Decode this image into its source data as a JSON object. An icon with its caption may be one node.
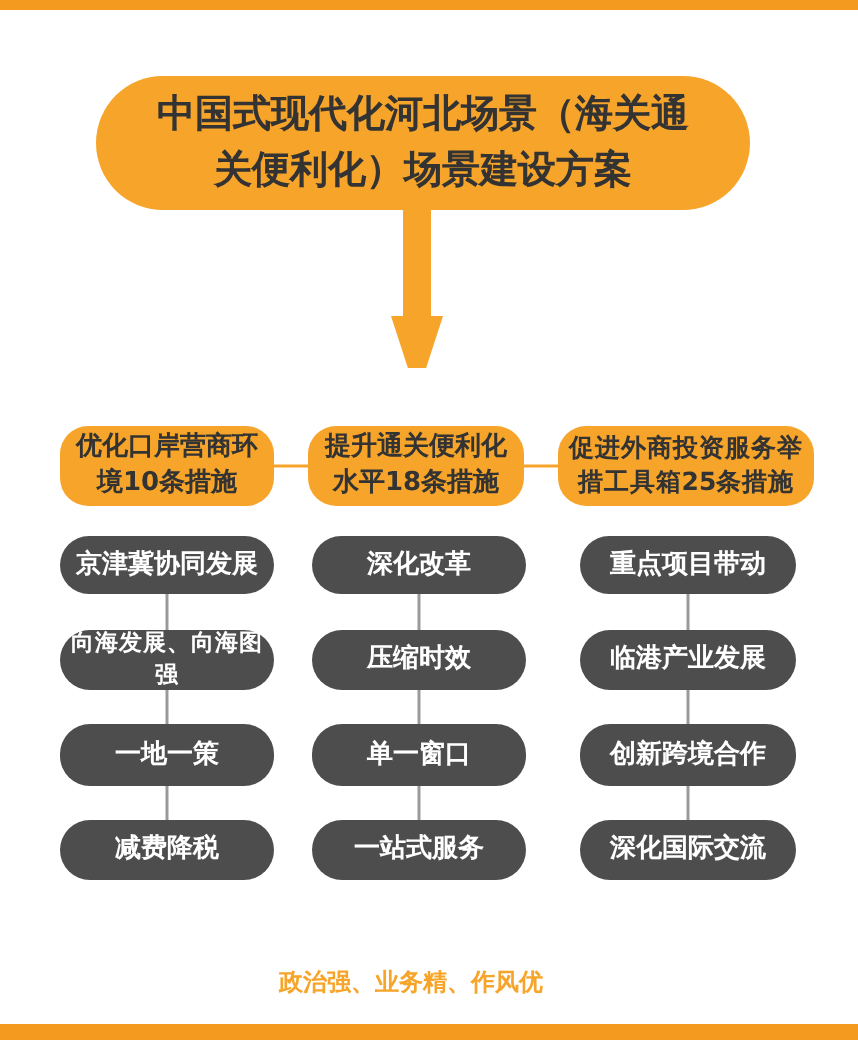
{
  "diagram": {
    "nodes": [
      {
        "text": [
          "中国式现代化河北场景（海关通关便利化）场景建设方案"
        ]
      },
      {
        "text": [
          "优化口岸营商环境10条措施"
        ]
      },
      {
        "text": [
          "提升通关便利化水平18条措施"
        ]
      },
      {
        "text": [
          "促进外商投资服务举措工具箱25条措施"
        ]
      },
      {
        "text": [
          "京津冀协同发展"
        ]
      },
      {
        "text": [
          "深化改革"
        ]
      },
      {
        "text": [
          "重点项目带动"
        ]
      },
      {
        "text": [
          "向海发展、向海图强"
        ]
      },
      {
        "text": [
          "压缩时效"
        ]
      },
      {
        "text": [
          "临港产业发展"
        ]
      },
      {
        "text": [
          "一地一策"
        ]
      },
      {
        "text": [
          "单一窗口"
        ]
      },
      {
        "text": [
          "创新跨境合作"
        ]
      },
      {
        "text": [
          "减费降税"
        ]
      },
      {
        "text": [
          "一站式服务"
        ]
      },
      {
        "text": [
          "深化国际交流"
        ]
      }
    ],
    "edges": [
      {
        "from": 0,
        "to": null,
        "arrow": "to",
        "style": "thick",
        "color": "#f7a52a"
      },
      {
        "from": 1,
        "to": 2,
        "arrow": "none",
        "color": "#f7a52a"
      },
      {
        "from": 2,
        "to": 3,
        "arrow": "none",
        "color": "#f7a52a"
      },
      {
        "from": 4,
        "to": 7,
        "arrow": "none"
      },
      {
        "from": 7,
        "to": 10,
        "arrow": "none"
      },
      {
        "from": 10,
        "to": 13,
        "arrow": "none"
      },
      {
        "from": 5,
        "to": 8,
        "arrow": "none"
      },
      {
        "from": 8,
        "to": 11,
        "arrow": "none"
      },
      {
        "from": 11,
        "to": 14,
        "arrow": "none"
      },
      {
        "from": 6,
        "to": 9,
        "arrow": "none"
      },
      {
        "from": 9,
        "to": 12,
        "arrow": "none"
      },
      {
        "from": 12,
        "to": 15,
        "arrow": "none"
      }
    ],
    "labels": [
      "政治强、业务精、作风优"
    ]
  }
}
